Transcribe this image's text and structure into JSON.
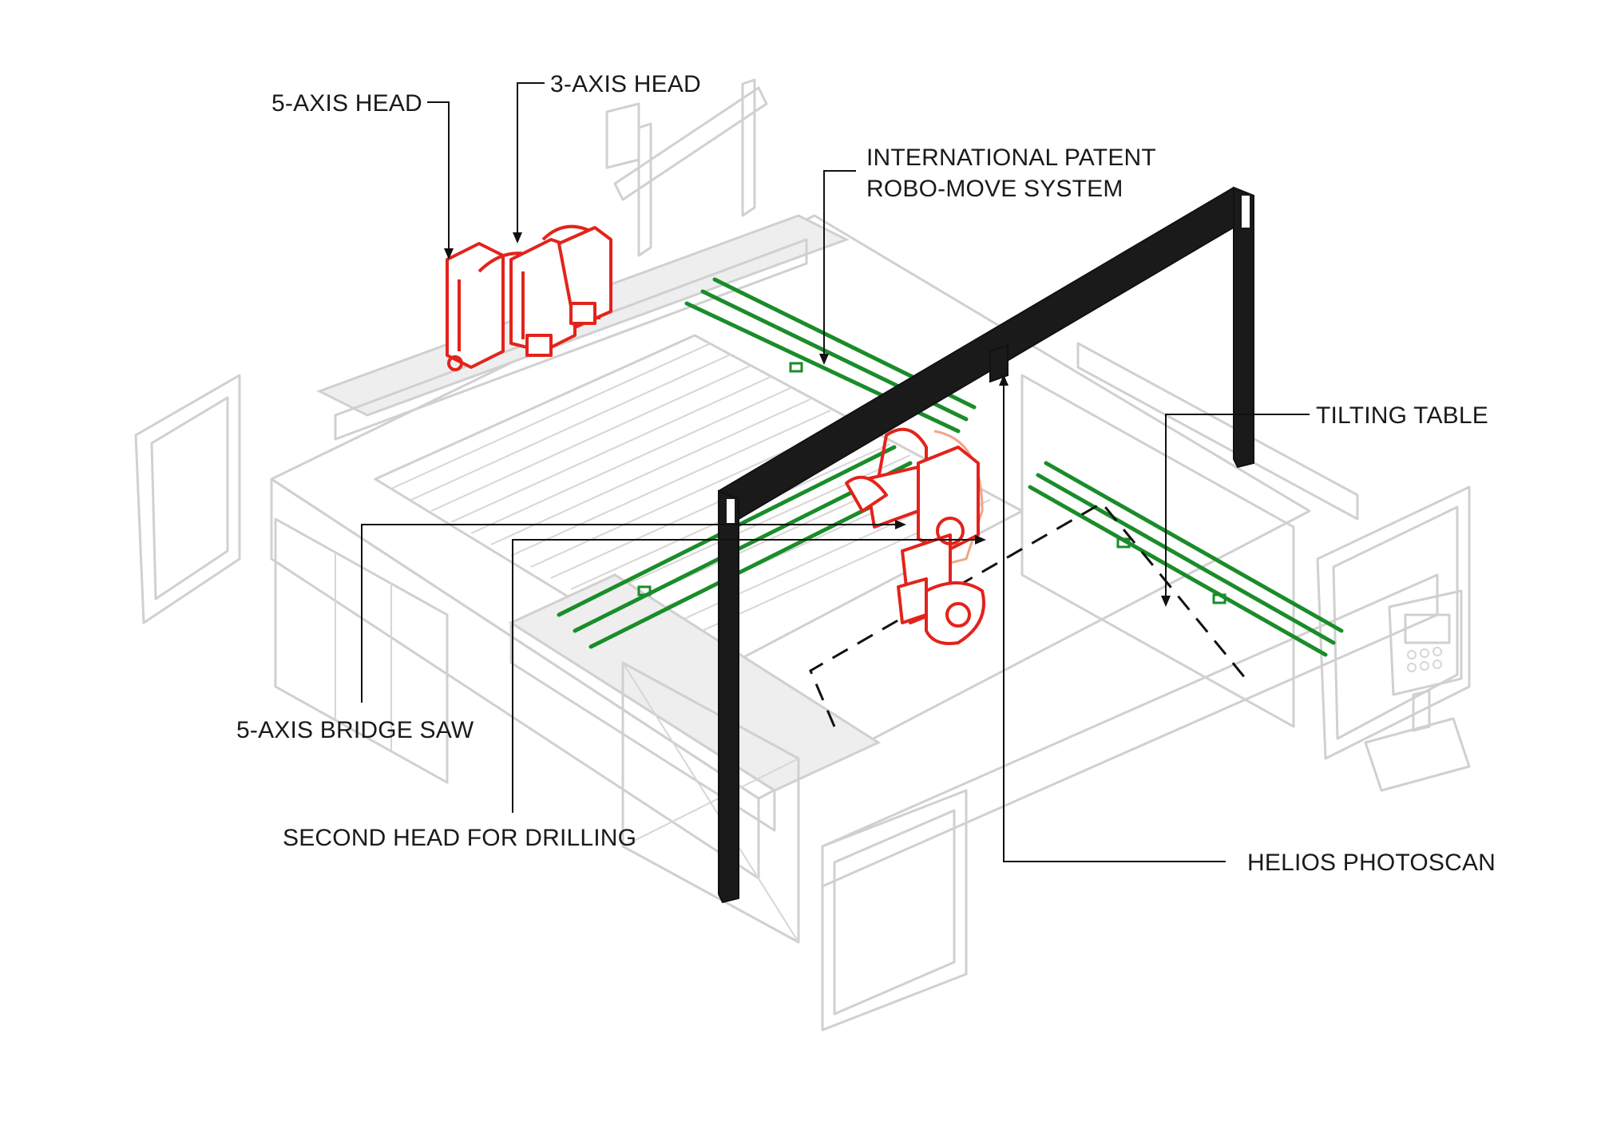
{
  "labels": {
    "five_axis_head": "5-AXIS HEAD",
    "three_axis_head": "3-AXIS HEAD",
    "robo_move_line1": "INTERNATIONAL PATENT",
    "robo_move_line2": "ROBO-MOVE SYSTEM",
    "tilting_table": "TILTING TABLE",
    "bridge_saw": "5-AXIS BRIDGE SAW",
    "second_head": "SECOND HEAD FOR DRILLING",
    "helios": "HELIOS PHOTOSCAN"
  },
  "colors": {
    "machine_gray": "#d0d0d0",
    "rail_green": "#1a8c2a",
    "head_red": "#e3231b",
    "gantry_black": "#1a1a1a",
    "text": "#1a1a1a"
  }
}
